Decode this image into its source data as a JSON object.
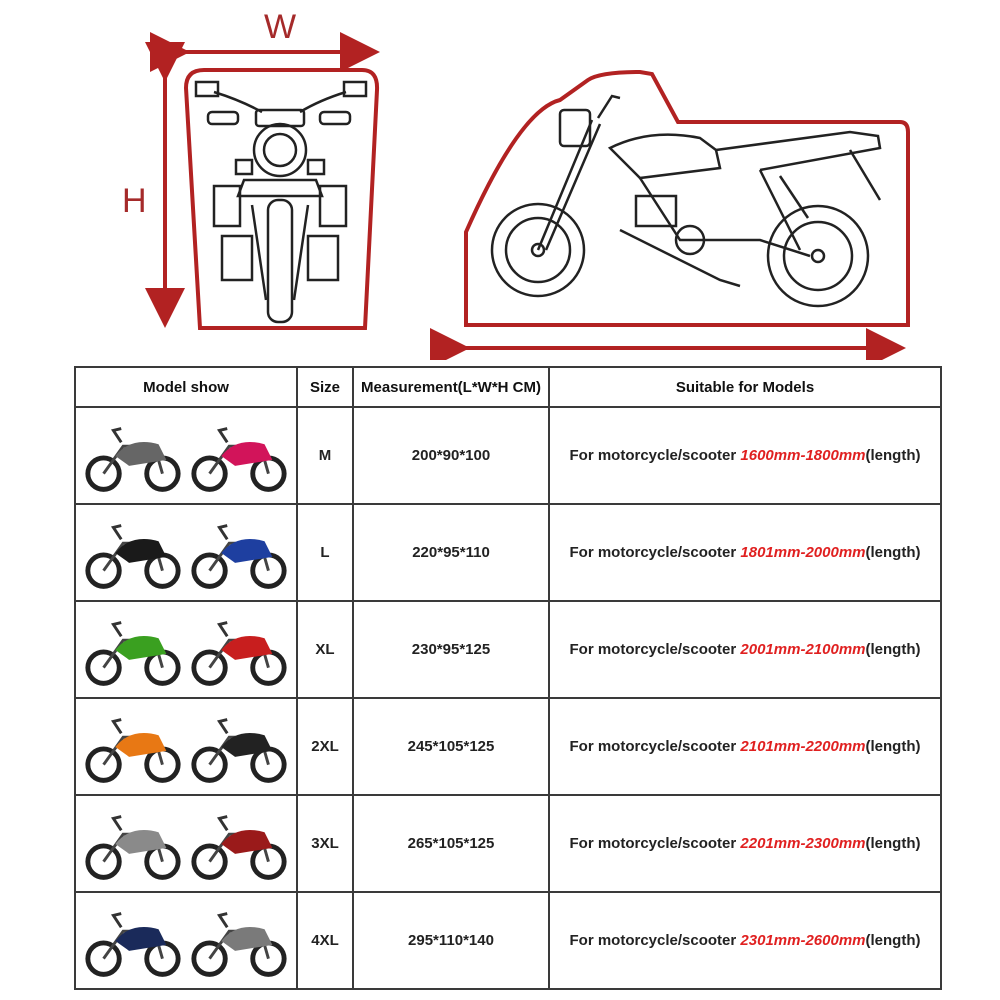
{
  "dimensions": {
    "width_label": "W",
    "height_label": "H"
  },
  "colors": {
    "outline": "#b22222",
    "highlight": "#e02020",
    "border": "#3a3a3a"
  },
  "table": {
    "headers": [
      "Model show",
      "Size",
      "Measurement(L*W*H CM)",
      "Suitable for Models"
    ],
    "prefix": "For motorcycle/scooter ",
    "suffix": "(length)",
    "rows": [
      {
        "size": "M",
        "measurement": "200*90*100",
        "range": "1600mm-1800mm",
        "pics": [
          {
            "name": "bicycle-photo",
            "color": "#666666"
          },
          {
            "name": "pink-scooter-photo",
            "color": "#d2145a"
          }
        ]
      },
      {
        "size": "L",
        "measurement": "220*95*110",
        "range": "1801mm-2000mm",
        "pics": [
          {
            "name": "underbone-motorcycle-photo",
            "color": "#1a1a1a"
          },
          {
            "name": "blue-scooter-photo",
            "color": "#1e3fa0"
          }
        ]
      },
      {
        "size": "XL",
        "measurement": "230*95*125",
        "range": "2001mm-2100mm",
        "pics": [
          {
            "name": "green-sportbike-photo",
            "color": "#3aa020"
          },
          {
            "name": "red-sportbike-photo",
            "color": "#c81e1e"
          }
        ]
      },
      {
        "size": "2XL",
        "measurement": "245*105*125",
        "range": "2101mm-2200mm",
        "pics": [
          {
            "name": "orange-dirtbike-photo",
            "color": "#e87814"
          },
          {
            "name": "black-naked-bike-photo",
            "color": "#222222"
          }
        ]
      },
      {
        "size": "3XL",
        "measurement": "265*105*125",
        "range": "2201mm-2300mm",
        "pics": [
          {
            "name": "silver-touring-bike-photo",
            "color": "#8a8a8a"
          },
          {
            "name": "red-touring-bike-photo",
            "color": "#9a1a1a"
          }
        ]
      },
      {
        "size": "4XL",
        "measurement": "295*110*140",
        "range": "2301mm-2600mm",
        "pics": [
          {
            "name": "blue-cruiser-photo",
            "color": "#1a2a5a"
          },
          {
            "name": "gray-goldwing-photo",
            "color": "#7a7a7a"
          }
        ]
      }
    ]
  }
}
